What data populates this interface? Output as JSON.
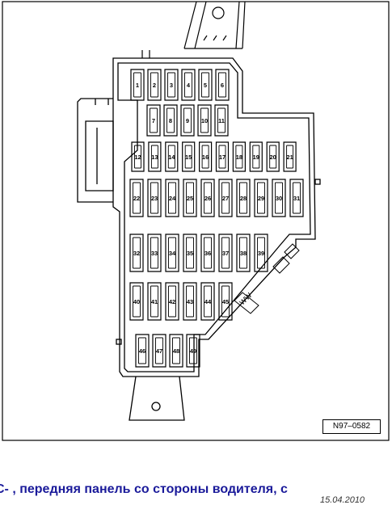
{
  "figure": {
    "reference_code": "N97–0582"
  },
  "fuse_rows": [
    [
      "1",
      "2",
      "3",
      "4",
      "5",
      "6"
    ],
    [
      "7",
      "8",
      "9",
      "10",
      "11"
    ],
    [
      "12",
      "13",
      "14",
      "15",
      "16",
      "17",
      "18",
      "19",
      "20",
      "21"
    ],
    [
      "22",
      "23",
      "24",
      "25",
      "26",
      "27",
      "28",
      "29",
      "30",
      "31"
    ],
    [
      "32",
      "33",
      "34",
      "35",
      "36",
      "37",
      "38",
      "39"
    ],
    [
      "40",
      "41",
      "42",
      "43",
      "44",
      "45"
    ],
    [
      "46",
      "47",
      "48",
      "49"
    ]
  ],
  "caption": {
    "text": "C- , передняя панель со стороны водителя, с",
    "date_fragment": "15.04.2010"
  },
  "colors": {
    "caption": "#1a1a9a",
    "line": "#000000"
  }
}
